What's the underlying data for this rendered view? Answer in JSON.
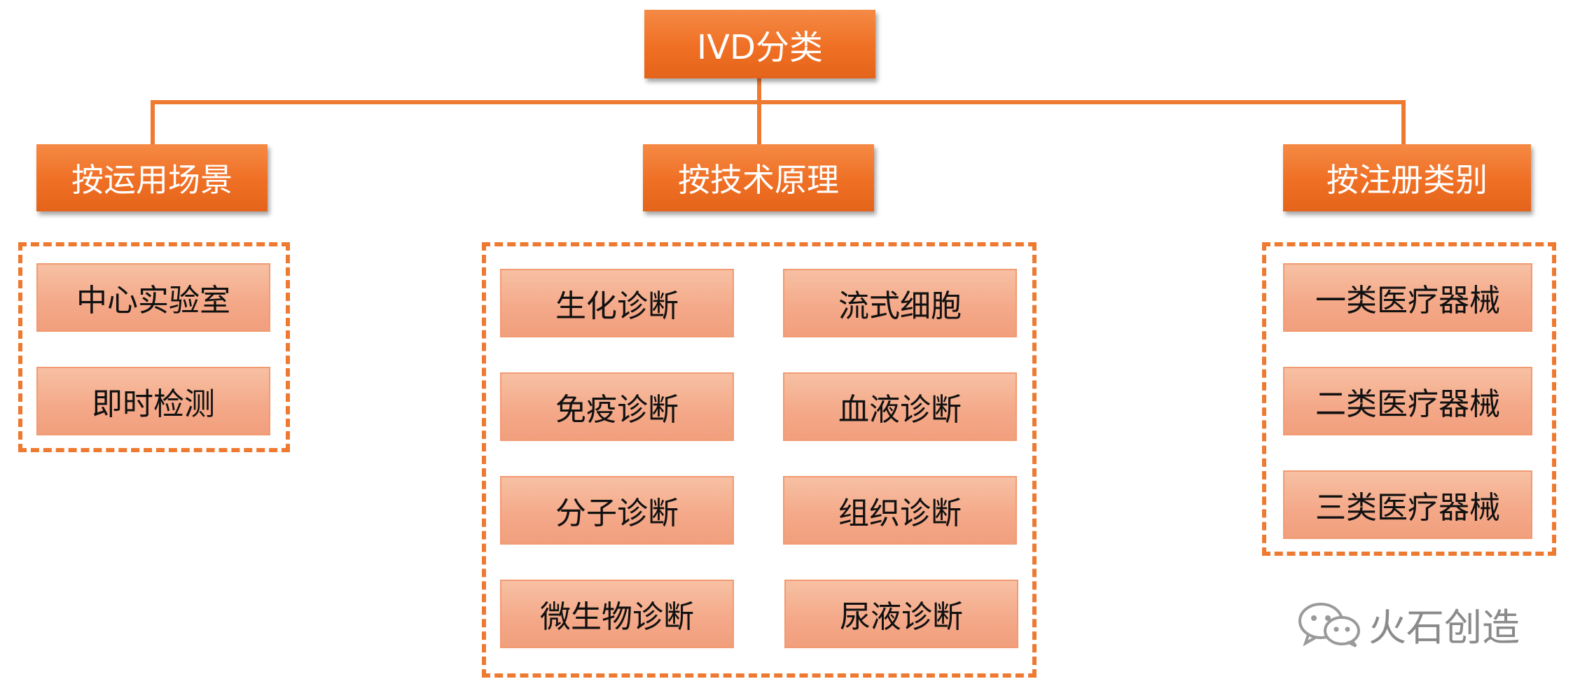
{
  "root": {
    "label": "IVD分类"
  },
  "categories": [
    {
      "label": "按运用场景"
    },
    {
      "label": "按技术原理"
    },
    {
      "label": "按注册类别"
    }
  ],
  "scenario_items": [
    "中心实验室",
    "即时检测"
  ],
  "technique_items": [
    "生化诊断",
    "流式细胞",
    "免疫诊断",
    "血液诊断",
    "分子诊断",
    "组织诊断",
    "微生物诊断",
    "尿液诊断"
  ],
  "registration_items": [
    "一类医疗器械",
    "二类医疗器械",
    "三类医疗器械"
  ],
  "watermark": {
    "text": "火石创造",
    "icon": "wechat-icon"
  },
  "colors": {
    "accent": "#ef6f24",
    "leaf": "#f4a888",
    "line": "#ee7a32"
  }
}
